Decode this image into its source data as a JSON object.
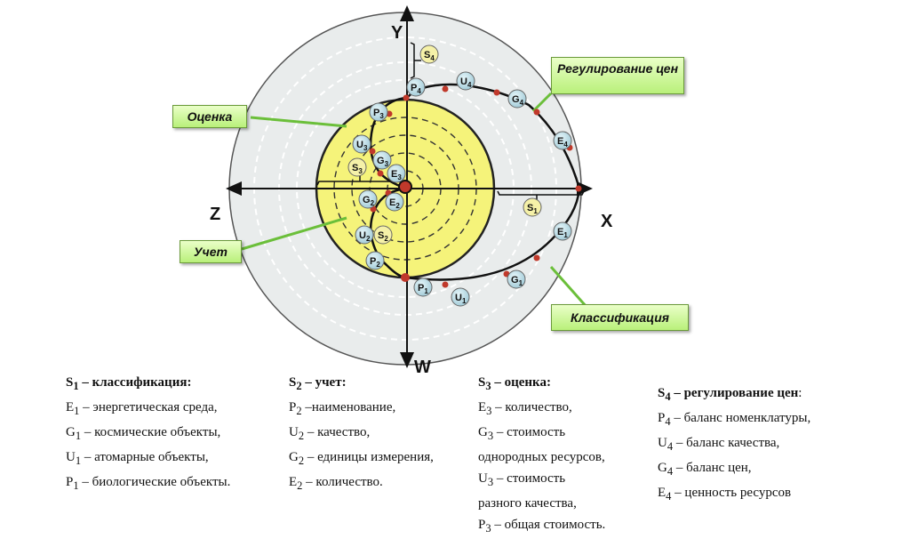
{
  "axes": {
    "y": "Y",
    "x": "X",
    "z": "Z",
    "w": "W"
  },
  "callouts": {
    "regulation": "Регулирование цен",
    "assessment": "Оценка",
    "accounting": "Учет",
    "classification": "Классификация"
  },
  "nodes": {
    "S1": {
      "letter": "S",
      "sub": "1"
    },
    "S2": {
      "letter": "S",
      "sub": "2"
    },
    "S3": {
      "letter": "S",
      "sub": "3"
    },
    "S4": {
      "letter": "S",
      "sub": "4"
    },
    "E1": {
      "letter": "E",
      "sub": "1"
    },
    "G1": {
      "letter": "G",
      "sub": "1"
    },
    "U1": {
      "letter": "U",
      "sub": "1"
    },
    "P1": {
      "letter": "P",
      "sub": "1"
    },
    "E2": {
      "letter": "E",
      "sub": "2"
    },
    "G2": {
      "letter": "G",
      "sub": "2"
    },
    "U2": {
      "letter": "U",
      "sub": "2"
    },
    "P2": {
      "letter": "P",
      "sub": "2"
    },
    "E3": {
      "letter": "E",
      "sub": "3"
    },
    "G3": {
      "letter": "G",
      "sub": "3"
    },
    "U3": {
      "letter": "U",
      "sub": "3"
    },
    "P3": {
      "letter": "P",
      "sub": "3"
    },
    "E4": {
      "letter": "E",
      "sub": "4"
    },
    "G4": {
      "letter": "G",
      "sub": "4"
    },
    "U4": {
      "letter": "U",
      "sub": "4"
    },
    "P4": {
      "letter": "P",
      "sub": "4"
    }
  },
  "legend": {
    "s1": {
      "title_letter": "S",
      "title_sub": "1",
      "title_rest": " – классификация:",
      "items": [
        {
          "l": "E",
          "s": "1",
          "t": " – энергетическая среда,"
        },
        {
          "l": "G",
          "s": "1",
          "t": " – космические объекты,"
        },
        {
          "l": "U",
          "s": "1",
          "t": " – атомарные объекты,"
        },
        {
          "l": "P",
          "s": "1",
          "t": " – биологические объекты."
        }
      ]
    },
    "s2": {
      "title_letter": "S",
      "title_sub": "2",
      "title_rest": " – учет:",
      "items": [
        {
          "l": "P",
          "s": "2",
          "t": " –наименование,"
        },
        {
          "l": "U",
          "s": "2",
          "t": " – качество,"
        },
        {
          "l": "G",
          "s": "2",
          "t": " – единицы измерения,"
        },
        {
          "l": "E",
          "s": "2",
          "t": " – количество."
        }
      ]
    },
    "s3": {
      "title_letter": "S",
      "title_sub": "3",
      "title_rest": " – оценка:",
      "items": [
        {
          "l": "E",
          "s": "3",
          "t": " – количество,"
        },
        {
          "l": "G",
          "s": "3",
          "t": " – стоимость"
        },
        {
          "l": "",
          "s": "",
          "t": "однородных ресурсов,"
        },
        {
          "l": "U",
          "s": "3",
          "t": " – стоимость"
        },
        {
          "l": "",
          "s": "",
          "t": "разного качества,"
        },
        {
          "l": "P",
          "s": "3",
          "t": " – общая стоимость."
        }
      ]
    },
    "s4": {
      "title_letter": "S",
      "title_sub": "4",
      "title_rest": " – регулирование цен",
      "title_colon": ":",
      "items": [
        {
          "l": "P",
          "s": "4",
          "t": " – баланс номенклатуры,"
        },
        {
          "l": "U",
          "s": "4",
          "t": " – баланс качества,"
        },
        {
          "l": "G",
          "s": "4",
          "t": " – баланс цен,"
        },
        {
          "l": "E",
          "s": "4",
          "t": " – ценность ресурсов"
        }
      ]
    }
  },
  "colors": {
    "outer_disk": "#e9ecec",
    "inner_disk": "#f5f37a",
    "node_fill": "#c6e4ec",
    "s_node_fill": "#f5f1a8",
    "dot": "#c0392b",
    "callout_green": "#b9f07a"
  }
}
